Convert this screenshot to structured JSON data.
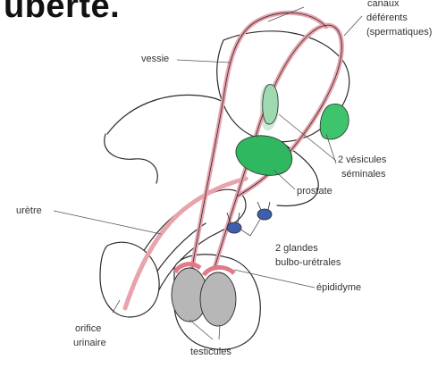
{
  "heading": "uberté.",
  "labels": {
    "canaux": "canaux",
    "deferents": "déférents",
    "spermatiques": "(spermatiques)",
    "vessie": "vessie",
    "vesicules_1": "2 vésicules",
    "vesicules_2": "séminales",
    "prostate": "prostate",
    "uretre": "urètre",
    "glandes_1": "2 glandes",
    "glandes_2": "bulbo-urétrales",
    "epididyme": "épididyme",
    "orifice_1": "orifice",
    "orifice_2": "urinaire",
    "testicules": "testicules"
  },
  "colors": {
    "duct": "#e8a3ac",
    "outline": "#2b2b2b",
    "vesicles": "#3ec46d",
    "prostate": "#2fb860",
    "bladder_tint": "#cfe8d8",
    "glands": "#3d5fb0",
    "testes": "#b7b7b7",
    "epididymis": "#e07a86",
    "leader": "#555555"
  }
}
